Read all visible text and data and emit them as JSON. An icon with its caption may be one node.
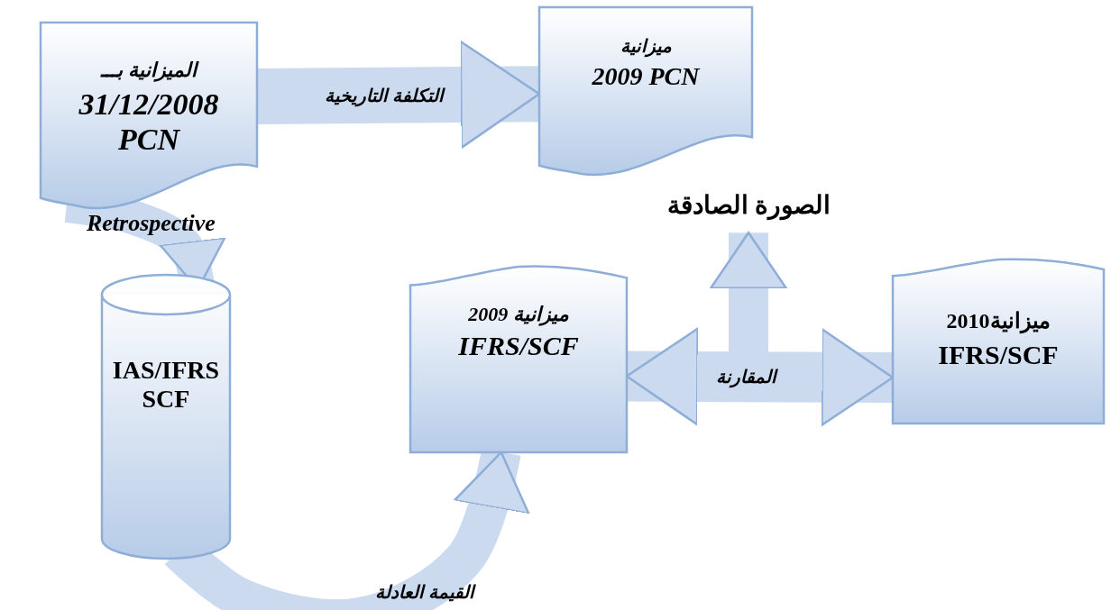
{
  "diagram": {
    "nodes": [
      {
        "text": [
          "الميزانية بـــ",
          "31/12/2008 PCN"
        ]
      },
      {
        "text": [
          "ميزانية",
          "2009 PCN"
        ]
      },
      {
        "text": [
          "الصورة الصادقة"
        ]
      },
      {
        "text": [
          "IAS/IFRS SCF"
        ]
      },
      {
        "text": [
          "ميزانية 2009",
          "IFRS/SCF"
        ]
      },
      {
        "text": [
          "ميزانية2010",
          "IFRS/SCF"
        ]
      }
    ],
    "edges": [
      {
        "from": 0,
        "to": 1,
        "arrow": "to",
        "label": "التكلفة التاريخية"
      },
      {
        "from": 0,
        "to": 3,
        "arrow": "to",
        "label": "Retrospective"
      },
      {
        "from": 3,
        "to": 4,
        "arrow": "to",
        "label": "القيمة العادلة"
      },
      {
        "from": 4,
        "to": 5,
        "arrow": "both",
        "label": "المقارنة"
      },
      {
        "from": null,
        "to": 2,
        "arrow": "to"
      }
    ]
  }
}
